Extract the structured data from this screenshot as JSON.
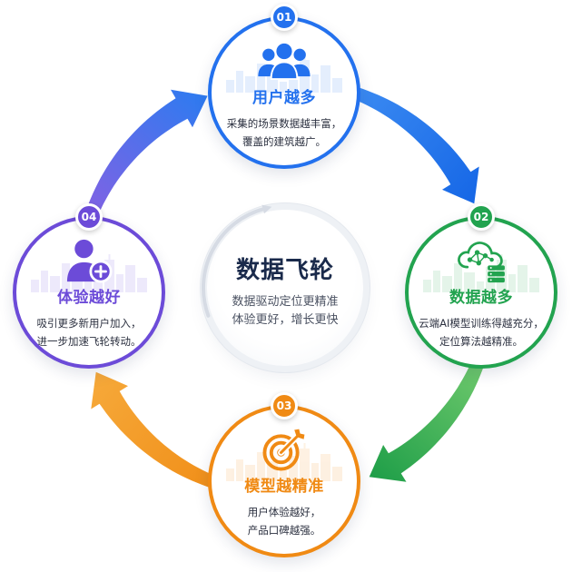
{
  "hub": {
    "title": "数据飞轮",
    "lines": [
      "数据驱动定位更精准",
      "体验更好，增长更快"
    ]
  },
  "stages": [
    {
      "badge": "01",
      "title": "用户越多",
      "lines": [
        "采集的场景数据越丰富，",
        "覆盖的建筑越广。"
      ],
      "color": "#2371EE",
      "icon": "users-group-icon"
    },
    {
      "badge": "02",
      "title": "数据越多",
      "lines": [
        "云端AI模型训练得越充分，",
        "定位算法越精准。"
      ],
      "color": "#22A34F",
      "icon": "cloud-network-database-icon"
    },
    {
      "badge": "03",
      "title": "模型越精准",
      "lines": [
        "用户体验越好，",
        "产品口碑越强。"
      ],
      "color": "#F08A14",
      "icon": "target-arrow-icon"
    },
    {
      "badge": "04",
      "title": "体验越好",
      "lines": [
        "吸引更多新用户加入，",
        "进一步加速飞轮转动。"
      ],
      "color": "#6C4BD8",
      "icon": "user-add-icon"
    }
  ],
  "arrows": [
    {
      "color_start": "#3F8EF3",
      "color_end": "#1667E6"
    },
    {
      "color_start": "#7ACF72",
      "color_end": "#1E9E48"
    },
    {
      "color_start": "#F08C15",
      "color_end": "#F6A93A"
    },
    {
      "color_start": "#8B5FE2",
      "color_end": "#2D7BF0"
    }
  ]
}
